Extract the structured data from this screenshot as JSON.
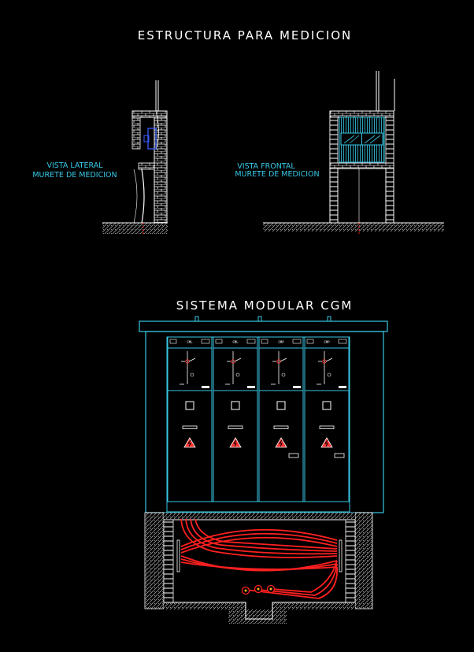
{
  "titles": {
    "main": "ESTRUCTURA PARA MEDICION",
    "modular": "SISTEMA MODULAR CGM"
  },
  "views": {
    "lateral_line1": "VISTA LATERAL",
    "lateral_line2": "MURETE DE MEDICION",
    "frontal_line1": "VISTA FRONTAL",
    "frontal_line2": "MURETE DE MEDICION"
  },
  "cells": [
    {
      "tag": "CML"
    },
    {
      "tag": "CML"
    },
    {
      "tag": "CMP"
    },
    {
      "tag": "CMP"
    }
  ],
  "colors": {
    "background": "#000000",
    "structure": "#ffffff",
    "cyan": "#37c8e6",
    "cable": "#ff2020",
    "ground": "#9a9a9a",
    "warning": "#ff3030"
  }
}
